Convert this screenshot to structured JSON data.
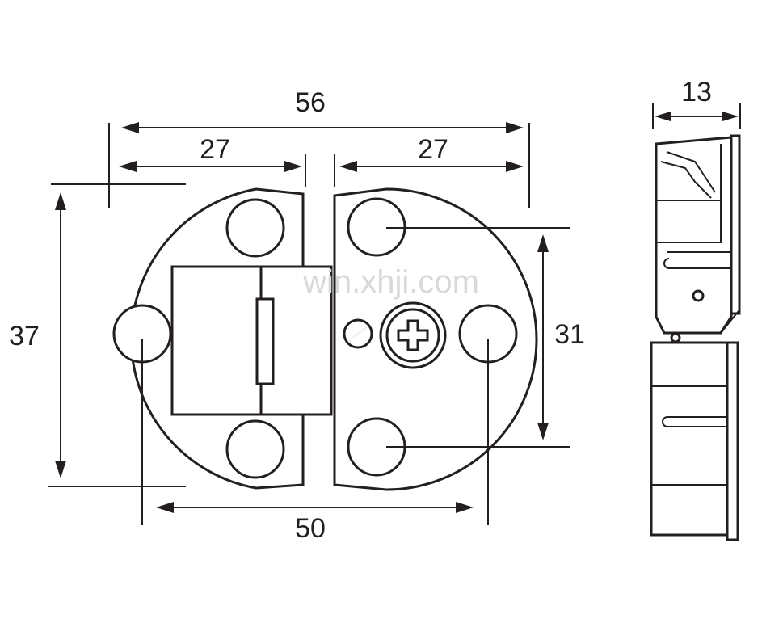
{
  "dimensions": {
    "overall_width": "56",
    "left_half_width": "27",
    "right_half_width": "27",
    "height_left": "37",
    "height_right": "31",
    "hole_spacing": "50",
    "side_thickness": "13"
  },
  "watermark": "win.xhji.com",
  "colors": {
    "line": "#231f20",
    "background": "#ffffff",
    "watermark": "#d9d9d9"
  }
}
